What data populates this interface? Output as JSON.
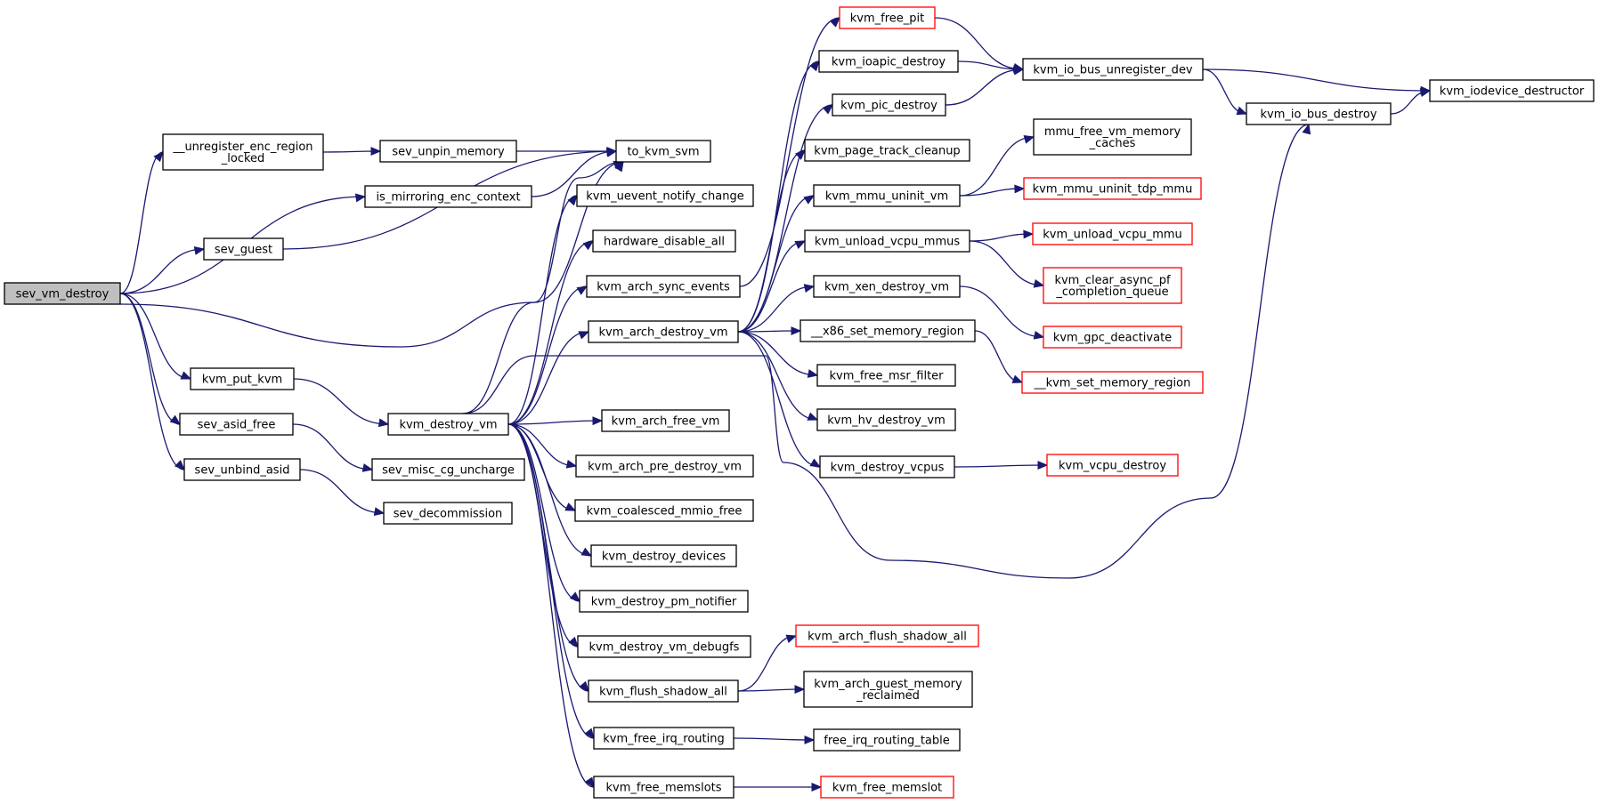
{
  "colors": {
    "edge": "#191970",
    "node_border": "#000000",
    "truncated_node_border": "#ff0000",
    "root_fill": "#bfbfbf"
  },
  "nodes": [
    {
      "id": "sev_vm_destroy",
      "lines": [
        "sev_vm_destroy"
      ],
      "style": "root"
    },
    {
      "id": "unregister_enc_region",
      "lines": [
        "__unregister_enc_region",
        "_locked"
      ]
    },
    {
      "id": "is_mirroring",
      "lines": [
        "is_mirroring_enc_context"
      ]
    },
    {
      "id": "sev_guest",
      "lines": [
        "sev_guest"
      ]
    },
    {
      "id": "kvm_put_kvm",
      "lines": [
        "kvm_put_kvm"
      ]
    },
    {
      "id": "sev_asid_free",
      "lines": [
        "sev_asid_free"
      ]
    },
    {
      "id": "sev_unbind_asid",
      "lines": [
        "sev_unbind_asid"
      ]
    },
    {
      "id": "sev_unpin_memory",
      "lines": [
        "sev_unpin_memory"
      ]
    },
    {
      "id": "to_kvm_svm",
      "lines": [
        "to_kvm_svm"
      ]
    },
    {
      "id": "kvm_destroy_vm",
      "lines": [
        "kvm_destroy_vm"
      ]
    },
    {
      "id": "sev_misc_cg_uncharge",
      "lines": [
        "sev_misc_cg_uncharge"
      ]
    },
    {
      "id": "sev_decommission",
      "lines": [
        "sev_decommission"
      ]
    },
    {
      "id": "kvm_uevent",
      "lines": [
        "kvm_uevent_notify_change"
      ]
    },
    {
      "id": "hardware_disable_all",
      "lines": [
        "hardware_disable_all"
      ]
    },
    {
      "id": "kvm_arch_sync_events",
      "lines": [
        "kvm_arch_sync_events"
      ]
    },
    {
      "id": "kvm_arch_destroy_vm",
      "lines": [
        "kvm_arch_destroy_vm"
      ]
    },
    {
      "id": "kvm_arch_free_vm",
      "lines": [
        "kvm_arch_free_vm"
      ]
    },
    {
      "id": "kvm_arch_pre_destroy_vm",
      "lines": [
        "kvm_arch_pre_destroy_vm"
      ]
    },
    {
      "id": "kvm_coalesced_mmio_free",
      "lines": [
        "kvm_coalesced_mmio_free"
      ]
    },
    {
      "id": "kvm_destroy_devices",
      "lines": [
        "kvm_destroy_devices"
      ]
    },
    {
      "id": "kvm_destroy_pm_notifier",
      "lines": [
        "kvm_destroy_pm_notifier"
      ]
    },
    {
      "id": "kvm_destroy_vm_debugfs",
      "lines": [
        "kvm_destroy_vm_debugfs"
      ]
    },
    {
      "id": "kvm_flush_shadow_all",
      "lines": [
        "kvm_flush_shadow_all"
      ]
    },
    {
      "id": "kvm_free_irq_routing",
      "lines": [
        "kvm_free_irq_routing"
      ]
    },
    {
      "id": "kvm_free_memslots",
      "lines": [
        "kvm_free_memslots"
      ]
    },
    {
      "id": "kvm_free_pit",
      "lines": [
        "kvm_free_pit"
      ],
      "style": "red"
    },
    {
      "id": "kvm_ioapic_destroy",
      "lines": [
        "kvm_ioapic_destroy"
      ]
    },
    {
      "id": "kvm_pic_destroy",
      "lines": [
        "kvm_pic_destroy"
      ]
    },
    {
      "id": "kvm_page_track_cleanup",
      "lines": [
        "kvm_page_track_cleanup"
      ]
    },
    {
      "id": "kvm_mmu_uninit_vm",
      "lines": [
        "kvm_mmu_uninit_vm"
      ]
    },
    {
      "id": "kvm_unload_vcpu_mmus",
      "lines": [
        "kvm_unload_vcpu_mmus"
      ]
    },
    {
      "id": "kvm_xen_destroy_vm",
      "lines": [
        "kvm_xen_destroy_vm"
      ]
    },
    {
      "id": "x86_set_memory_region",
      "lines": [
        "__x86_set_memory_region"
      ]
    },
    {
      "id": "kvm_free_msr_filter",
      "lines": [
        "kvm_free_msr_filter"
      ]
    },
    {
      "id": "kvm_hv_destroy_vm",
      "lines": [
        "kvm_hv_destroy_vm"
      ]
    },
    {
      "id": "kvm_destroy_vcpus",
      "lines": [
        "kvm_destroy_vcpus"
      ]
    },
    {
      "id": "kvm_arch_flush_shadow_all",
      "lines": [
        "kvm_arch_flush_shadow_all"
      ],
      "style": "red"
    },
    {
      "id": "kvm_arch_guest_memory",
      "lines": [
        "kvm_arch_guest_memory",
        "_reclaimed"
      ]
    },
    {
      "id": "free_irq_routing_table",
      "lines": [
        "free_irq_routing_table"
      ]
    },
    {
      "id": "kvm_free_memslot",
      "lines": [
        "kvm_free_memslot"
      ],
      "style": "red"
    },
    {
      "id": "kvm_io_bus_unregister_dev",
      "lines": [
        "kvm_io_bus_unregister_dev"
      ]
    },
    {
      "id": "mmu_free_vm_memory",
      "lines": [
        "mmu_free_vm_memory",
        "_caches"
      ]
    },
    {
      "id": "kvm_mmu_uninit_tdp_mmu",
      "lines": [
        "kvm_mmu_uninit_tdp_mmu"
      ],
      "style": "red"
    },
    {
      "id": "kvm_unload_vcpu_mmu",
      "lines": [
        "kvm_unload_vcpu_mmu"
      ],
      "style": "red"
    },
    {
      "id": "kvm_clear_async_pf",
      "lines": [
        "kvm_clear_async_pf",
        "_completion_queue"
      ],
      "style": "red"
    },
    {
      "id": "kvm_gpc_deactivate",
      "lines": [
        "kvm_gpc_deactivate"
      ],
      "style": "red"
    },
    {
      "id": "kvm_set_memory_region",
      "lines": [
        "__kvm_set_memory_region"
      ],
      "style": "red"
    },
    {
      "id": "kvm_vcpu_destroy",
      "lines": [
        "kvm_vcpu_destroy"
      ],
      "style": "red"
    },
    {
      "id": "kvm_io_bus_destroy",
      "lines": [
        "kvm_io_bus_destroy"
      ]
    },
    {
      "id": "kvm_iodevice_destructor",
      "lines": [
        "kvm_iodevice_destructor"
      ]
    }
  ],
  "edges": [
    [
      "sev_vm_destroy",
      "unregister_enc_region"
    ],
    [
      "sev_vm_destroy",
      "is_mirroring"
    ],
    [
      "sev_vm_destroy",
      "sev_guest"
    ],
    [
      "sev_vm_destroy",
      "to_kvm_svm"
    ],
    [
      "sev_vm_destroy",
      "kvm_put_kvm"
    ],
    [
      "sev_vm_destroy",
      "sev_asid_free"
    ],
    [
      "sev_vm_destroy",
      "sev_unbind_asid"
    ],
    [
      "unregister_enc_region",
      "sev_unpin_memory"
    ],
    [
      "sev_unpin_memory",
      "to_kvm_svm"
    ],
    [
      "is_mirroring",
      "to_kvm_svm"
    ],
    [
      "sev_guest",
      "to_kvm_svm"
    ],
    [
      "kvm_put_kvm",
      "kvm_destroy_vm"
    ],
    [
      "sev_asid_free",
      "sev_misc_cg_uncharge"
    ],
    [
      "sev_unbind_asid",
      "sev_decommission"
    ],
    [
      "kvm_destroy_vm",
      "to_kvm_svm"
    ],
    [
      "kvm_destroy_vm",
      "kvm_uevent"
    ],
    [
      "kvm_destroy_vm",
      "hardware_disable_all"
    ],
    [
      "kvm_destroy_vm",
      "kvm_arch_sync_events"
    ],
    [
      "kvm_destroy_vm",
      "kvm_arch_destroy_vm"
    ],
    [
      "kvm_destroy_vm",
      "kvm_io_bus_destroy"
    ],
    [
      "kvm_destroy_vm",
      "kvm_arch_free_vm"
    ],
    [
      "kvm_destroy_vm",
      "kvm_arch_pre_destroy_vm"
    ],
    [
      "kvm_destroy_vm",
      "kvm_coalesced_mmio_free"
    ],
    [
      "kvm_destroy_vm",
      "kvm_destroy_devices"
    ],
    [
      "kvm_destroy_vm",
      "kvm_destroy_pm_notifier"
    ],
    [
      "kvm_destroy_vm",
      "kvm_destroy_vm_debugfs"
    ],
    [
      "kvm_destroy_vm",
      "kvm_flush_shadow_all"
    ],
    [
      "kvm_destroy_vm",
      "kvm_free_irq_routing"
    ],
    [
      "kvm_destroy_vm",
      "kvm_free_memslots"
    ],
    [
      "kvm_arch_sync_events",
      "kvm_free_pit"
    ],
    [
      "kvm_arch_destroy_vm",
      "kvm_ioapic_destroy"
    ],
    [
      "kvm_arch_destroy_vm",
      "kvm_pic_destroy"
    ],
    [
      "kvm_arch_destroy_vm",
      "kvm_page_track_cleanup"
    ],
    [
      "kvm_arch_destroy_vm",
      "kvm_mmu_uninit_vm"
    ],
    [
      "kvm_arch_destroy_vm",
      "kvm_unload_vcpu_mmus"
    ],
    [
      "kvm_arch_destroy_vm",
      "kvm_xen_destroy_vm"
    ],
    [
      "kvm_arch_destroy_vm",
      "x86_set_memory_region"
    ],
    [
      "kvm_arch_destroy_vm",
      "kvm_free_msr_filter"
    ],
    [
      "kvm_arch_destroy_vm",
      "kvm_hv_destroy_vm"
    ],
    [
      "kvm_arch_destroy_vm",
      "kvm_destroy_vcpus"
    ],
    [
      "kvm_flush_shadow_all",
      "kvm_arch_flush_shadow_all"
    ],
    [
      "kvm_flush_shadow_all",
      "kvm_arch_guest_memory"
    ],
    [
      "kvm_free_irq_routing",
      "free_irq_routing_table"
    ],
    [
      "kvm_free_memslots",
      "kvm_free_memslot"
    ],
    [
      "kvm_free_pit",
      "kvm_io_bus_unregister_dev"
    ],
    [
      "kvm_ioapic_destroy",
      "kvm_io_bus_unregister_dev"
    ],
    [
      "kvm_pic_destroy",
      "kvm_io_bus_unregister_dev"
    ],
    [
      "kvm_mmu_uninit_vm",
      "mmu_free_vm_memory"
    ],
    [
      "kvm_mmu_uninit_vm",
      "kvm_mmu_uninit_tdp_mmu"
    ],
    [
      "kvm_unload_vcpu_mmus",
      "kvm_unload_vcpu_mmu"
    ],
    [
      "kvm_unload_vcpu_mmus",
      "kvm_clear_async_pf"
    ],
    [
      "kvm_xen_destroy_vm",
      "kvm_gpc_deactivate"
    ],
    [
      "x86_set_memory_region",
      "kvm_set_memory_region"
    ],
    [
      "kvm_destroy_vcpus",
      "kvm_vcpu_destroy"
    ],
    [
      "kvm_io_bus_unregister_dev",
      "kvm_io_bus_destroy"
    ],
    [
      "kvm_io_bus_unregister_dev",
      "kvm_iodevice_destructor"
    ],
    [
      "kvm_io_bus_destroy",
      "kvm_iodevice_destructor"
    ]
  ]
}
